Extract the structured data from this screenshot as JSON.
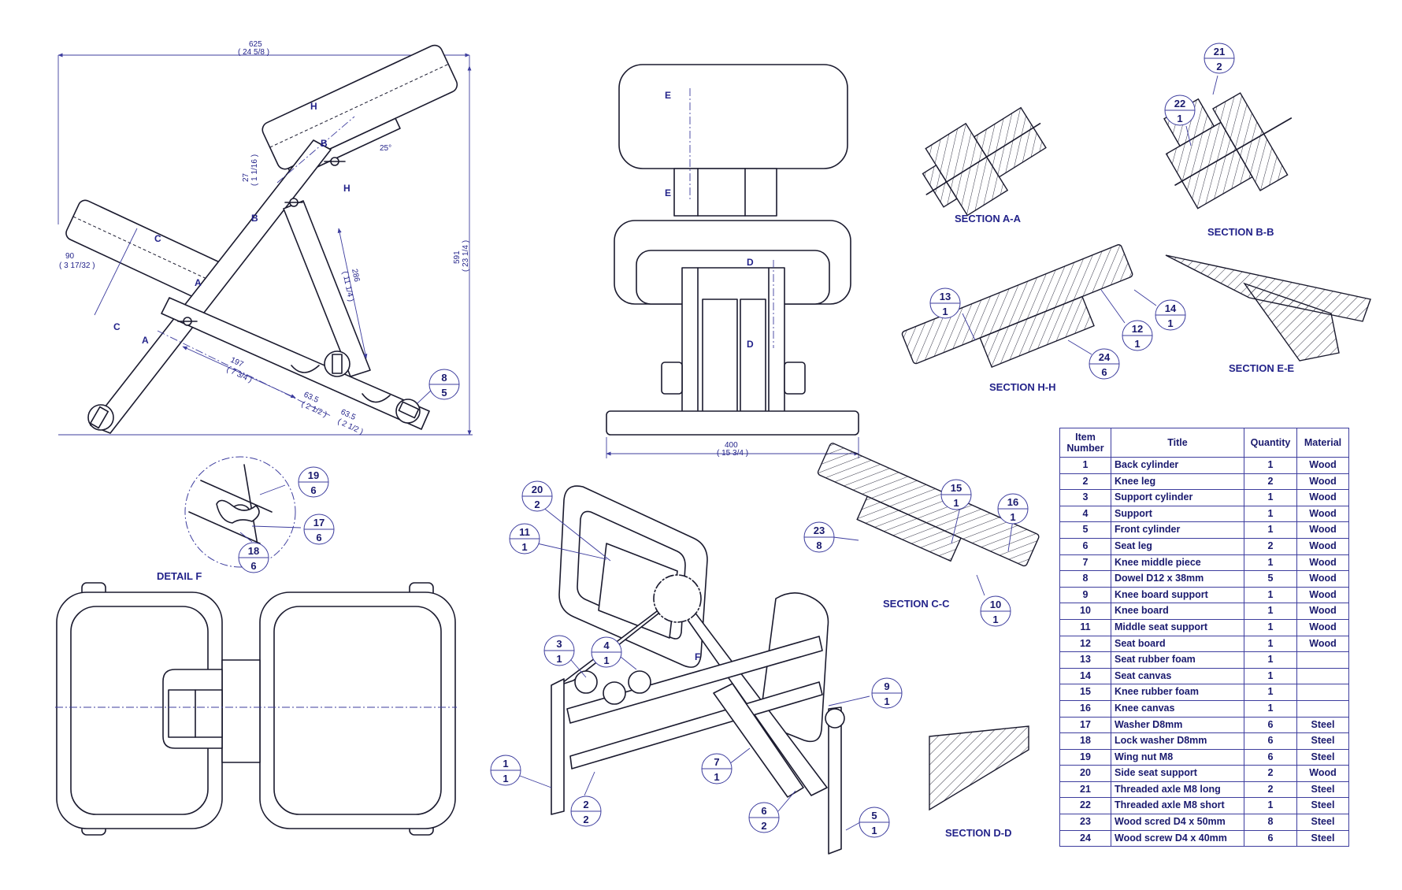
{
  "dimensions": {
    "overall_width": "625",
    "overall_width_in": "( 24 5/8 )",
    "overall_height": "591",
    "overall_height_in": "( 23 1/4 )",
    "knee_offset": "90",
    "knee_offset_in": "( 3 17/32 )",
    "seat_offset": "27",
    "seat_offset_in": "( 1 1/16 )",
    "support_length": "286",
    "support_length_in": "( 11 1/4 )",
    "base_length": "197",
    "base_length_in": "( 7 3/4 )",
    "notch_a": "63.5",
    "notch_a_in": "( 2 1/2 )",
    "notch_b": "63.5",
    "notch_b_in": "( 2 1/2 )",
    "angle": "25°",
    "front_width": "400",
    "front_width_in": "( 15 3/4 )"
  },
  "section_markers": {
    "a": "A",
    "b": "B",
    "c": "C",
    "d": "D",
    "e": "E",
    "h": "H",
    "f": "F"
  },
  "section_titles": {
    "aa": "SECTION A-A",
    "bb": "SECTION B-B",
    "hh": "SECTION H-H",
    "ee": "SECTION E-E",
    "cc": "SECTION C-C",
    "dd": "SECTION D-D",
    "detail_f": "DETAIL F"
  },
  "balloons": [
    {
      "item": "8",
      "qty": "5"
    },
    {
      "item": "19",
      "qty": "6"
    },
    {
      "item": "17",
      "qty": "6"
    },
    {
      "item": "18",
      "qty": "6"
    },
    {
      "item": "20",
      "qty": "2"
    },
    {
      "item": "11",
      "qty": "1"
    },
    {
      "item": "3",
      "qty": "1"
    },
    {
      "item": "4",
      "qty": "1"
    },
    {
      "item": "1",
      "qty": "1"
    },
    {
      "item": "2",
      "qty": "2"
    },
    {
      "item": "7",
      "qty": "1"
    },
    {
      "item": "6",
      "qty": "2"
    },
    {
      "item": "5",
      "qty": "1"
    },
    {
      "item": "9",
      "qty": "1"
    },
    {
      "item": "21",
      "qty": "2"
    },
    {
      "item": "22",
      "qty": "1"
    },
    {
      "item": "13",
      "qty": "1"
    },
    {
      "item": "12",
      "qty": "1"
    },
    {
      "item": "14",
      "qty": "1"
    },
    {
      "item": "24",
      "qty": "6"
    },
    {
      "item": "15",
      "qty": "1"
    },
    {
      "item": "16",
      "qty": "1"
    },
    {
      "item": "23",
      "qty": "8"
    },
    {
      "item": "10",
      "qty": "1"
    }
  ],
  "bom": {
    "headers": [
      "Item\nNumber",
      "Title",
      "Quantity",
      "Material"
    ],
    "rows": [
      [
        "1",
        "Back cylinder",
        "1",
        "Wood"
      ],
      [
        "2",
        "Knee leg",
        "2",
        "Wood"
      ],
      [
        "3",
        "Support cylinder",
        "1",
        "Wood"
      ],
      [
        "4",
        "Support",
        "1",
        "Wood"
      ],
      [
        "5",
        "Front cylinder",
        "1",
        "Wood"
      ],
      [
        "6",
        "Seat leg",
        "2",
        "Wood"
      ],
      [
        "7",
        "Knee middle piece",
        "1",
        "Wood"
      ],
      [
        "8",
        "Dowel D12 x 38mm",
        "5",
        "Wood"
      ],
      [
        "9",
        "Knee board support",
        "1",
        "Wood"
      ],
      [
        "10",
        "Knee board",
        "1",
        "Wood"
      ],
      [
        "11",
        "Middle seat support",
        "1",
        "Wood"
      ],
      [
        "12",
        "Seat board",
        "1",
        "Wood"
      ],
      [
        "13",
        "Seat rubber foam",
        "1",
        ""
      ],
      [
        "14",
        "Seat canvas",
        "1",
        ""
      ],
      [
        "15",
        "Knee rubber foam",
        "1",
        ""
      ],
      [
        "16",
        "Knee canvas",
        "1",
        ""
      ],
      [
        "17",
        "Washer D8mm",
        "6",
        "Steel"
      ],
      [
        "18",
        "Lock washer D8mm",
        "6",
        "Steel"
      ],
      [
        "19",
        "Wing nut M8",
        "6",
        "Steel"
      ],
      [
        "20",
        "Side seat support",
        "2",
        "Wood"
      ],
      [
        "21",
        "Threaded axle M8 long",
        "2",
        "Steel"
      ],
      [
        "22",
        "Threaded axle M8 short",
        "1",
        "Steel"
      ],
      [
        "23",
        "Wood scred D4 x 50mm",
        "8",
        "Steel"
      ],
      [
        "24",
        "Wood screw D4 x 40mm",
        "6",
        "Steel"
      ]
    ]
  }
}
